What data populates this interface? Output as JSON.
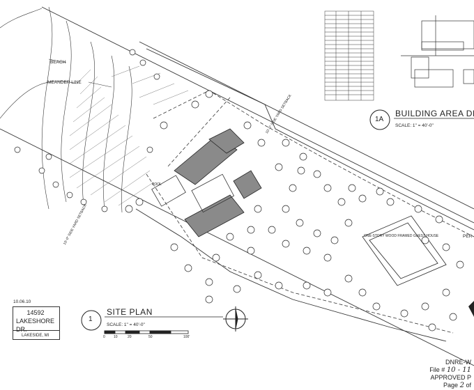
{
  "drawing": {
    "date": "10.06.10",
    "address_number": "14592",
    "address_street": "LAKESHORE DR.",
    "city": "LAKESIDE, MI",
    "site_plan_marker": "1",
    "site_plan_title": "SITE PLAN",
    "site_plan_scale": "SCALE: 1\" = 40'-0\"",
    "scale_bar_ticks": [
      "0",
      "10",
      "20",
      "50",
      "100'"
    ],
    "building_marker": "1A",
    "building_title": "BUILDING AREA DIAG",
    "building_scale": "SCALE: 1\" = 40'-0\"",
    "labels": {
      "beach": "BEACH",
      "meander": "MEANDER LINE",
      "setback_left": "10'-0\" SIDE YARD SETBACK",
      "setback_right": "10'-0\" SIDE YARD SETBACK",
      "pool": "POOL",
      "guest_house": "ONE-STORY WOOD FRAMED GUEST HOUSE",
      "right_edge": "PER"
    },
    "stamp": {
      "line1": "DNRE-W",
      "file_label": "File #",
      "file_value": "10 - 11",
      "approved": "APPROVED P",
      "page_label": "Page",
      "page_value": "2",
      "page_suffix": "of"
    }
  }
}
